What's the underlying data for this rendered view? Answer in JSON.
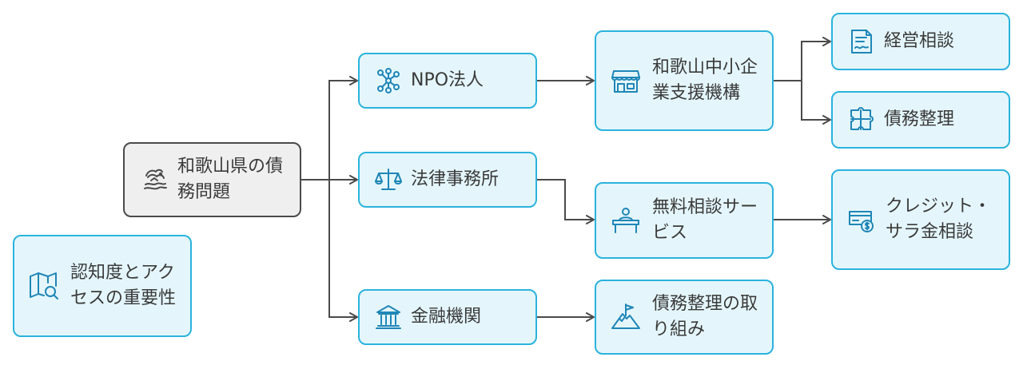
{
  "colors": {
    "node_fill": "#e4f6fc",
    "node_border": "#2bb3dd",
    "icon_stroke": "#1f86b7",
    "root_fill": "#efefef",
    "root_border": "#4a4a4a",
    "edge": "#4a4a4a"
  },
  "nodes": {
    "root": {
      "label": "和歌山県の債務問題",
      "icon": "dragon-icon"
    },
    "npo": {
      "label": "NPO法人",
      "icon": "network-icon"
    },
    "law": {
      "label": "法律事務所",
      "icon": "scales-icon"
    },
    "finance": {
      "label": "金融機関",
      "icon": "bank-icon"
    },
    "wakayama": {
      "label": "和歌山中小企業支援機構",
      "icon": "storefront-icon"
    },
    "muryo": {
      "label": "無料相談サービス",
      "icon": "reception-desk-icon"
    },
    "torikumi": {
      "label": "債務整理の取り組み",
      "icon": "mountain-flag-icon"
    },
    "keiei": {
      "label": "経営相談",
      "icon": "contract-icon"
    },
    "saimu": {
      "label": "債務整理",
      "icon": "puzzle-icon"
    },
    "credit": {
      "label": "クレジット・サラ金相談",
      "icon": "card-dollar-icon"
    },
    "ninchi": {
      "label": "認知度とアクセスの重要性",
      "icon": "map-search-icon"
    }
  }
}
